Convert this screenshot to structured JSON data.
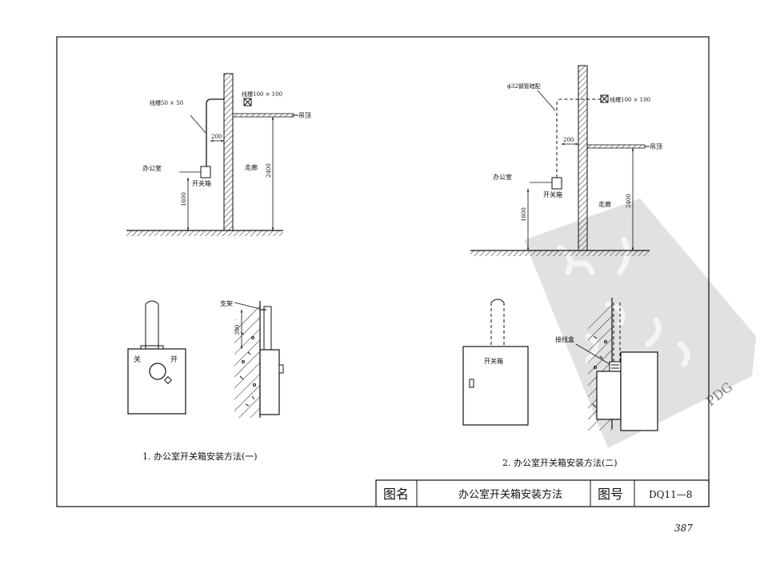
{
  "labels": {
    "cable_trough_50": "线槽50 × 50",
    "cable_trough_100_left": "线槽100 × 100",
    "cable_trough_100_right": "线槽100 × 100",
    "steel_pipe": "ϕ32钢管暗配",
    "ceiling_left": "吊顶",
    "ceiling_right": "吊顶",
    "office_left": "办公室",
    "office_right": "办公室",
    "corridor_left": "走廊",
    "corridor_right": "走廊",
    "switchbox_left": "开关箱",
    "switchbox_right": "开关箱",
    "switchbox_front": "开关箱",
    "dim_200_left": "200",
    "dim_200_right": "200",
    "dim_1600_left": "1600",
    "dim_1600_right": "1600",
    "dim_2400_left": "2400",
    "dim_2400_right": "2400",
    "dim_300": "300",
    "bracket": "支架",
    "junction_box": "接线盒",
    "guan": "关",
    "kai": "开"
  },
  "captions": {
    "method1": "1. 办公室开关箱安装方法(一)",
    "method2": "2. 办公室开关箱安装方法(二)"
  },
  "title_block": {
    "name_label": "图名",
    "name_value": "办公室开关箱安装方法",
    "number_label": "图号",
    "number_value": "DQ11—8"
  },
  "page_number": "387",
  "watermark": {
    "text": "PDG"
  }
}
